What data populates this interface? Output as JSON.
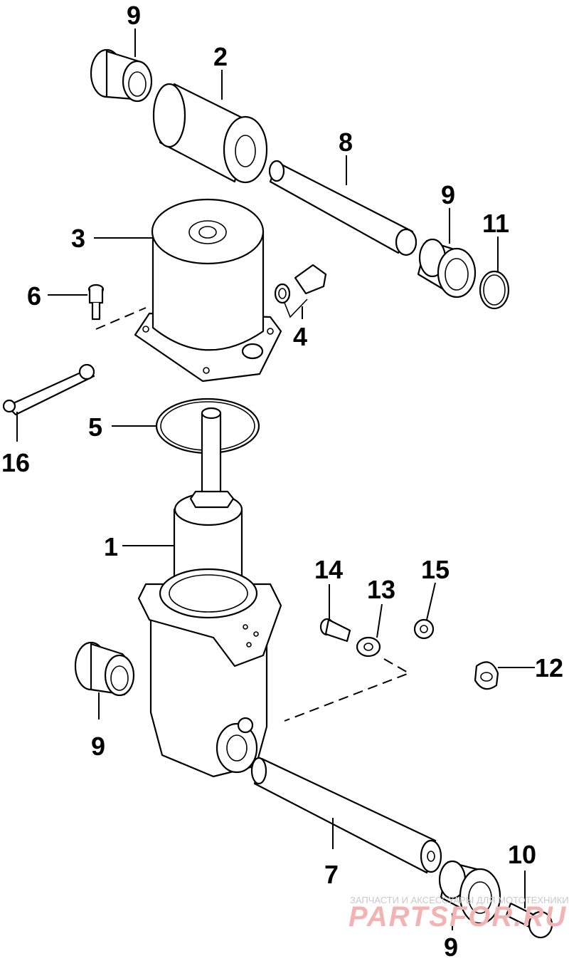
{
  "callouts": [
    "1",
    "2",
    "3",
    "4",
    "5",
    "6",
    "7",
    "8",
    "9",
    "10",
    "11",
    "12",
    "13",
    "14",
    "15",
    "16"
  ],
  "watermark": {
    "tagline": "ЗАПЧАСТИ И АКСЕССУАРЫ ДЛЯ МОТОТЕХНИКИ",
    "brand": "PARTSFOR.RU"
  },
  "colors": {
    "line": "#000000",
    "background": "#ffffff",
    "watermark": "#f4b3b3"
  }
}
